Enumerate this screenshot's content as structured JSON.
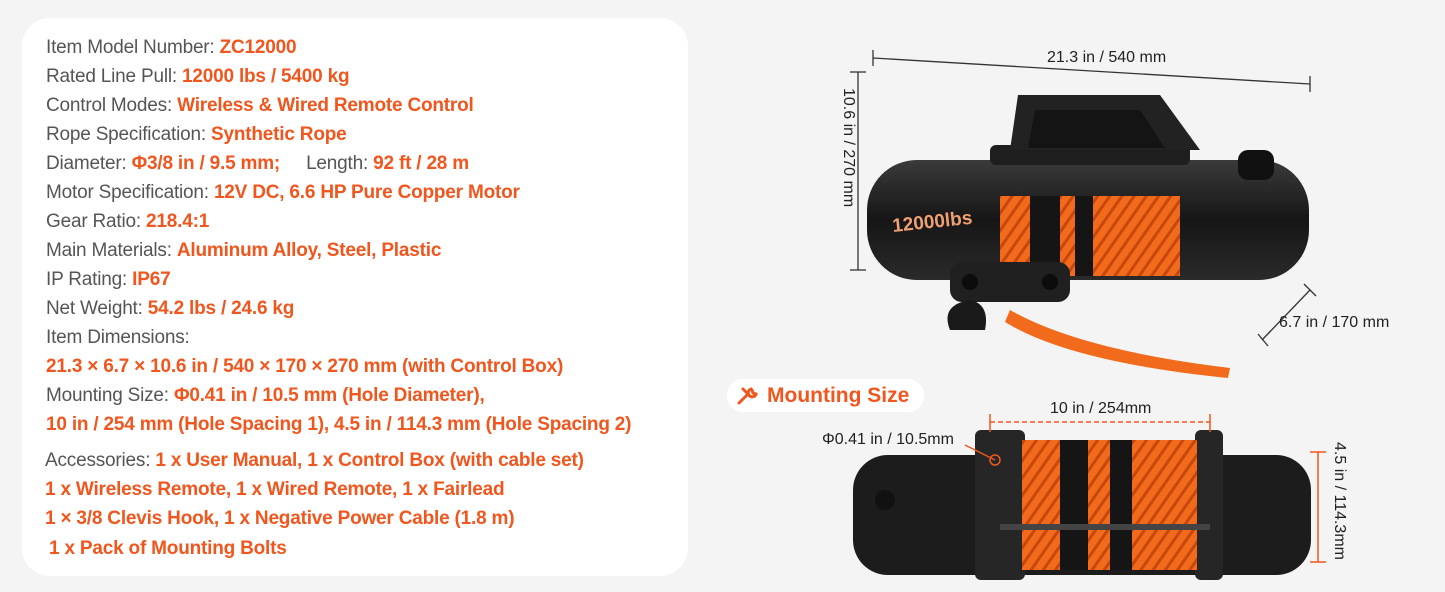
{
  "specs": [
    {
      "label": "Item Model Number: ",
      "value": "ZC12000"
    },
    {
      "label": "Rated Line Pull: ",
      "value": "12000 lbs / 5400 kg"
    },
    {
      "label": "Control Modes: ",
      "value": "Wireless & Wired Remote Control"
    },
    {
      "label": "Rope Specification: ",
      "value": "Synthetic Rope"
    },
    {
      "label": "Diameter: ",
      "value": "Φ3/8 in / 9.5 mm;",
      "label2": "Length: ",
      "value2": "92 ft / 28 m"
    },
    {
      "label": "Motor Specification: ",
      "value": "12V DC, 6.6 HP Pure Copper Motor"
    },
    {
      "label": "Gear Ratio: ",
      "value": "218.4:1"
    },
    {
      "label": "Main Materials: ",
      "value": "Aluminum Alloy, Steel, Plastic"
    },
    {
      "label": "IP Rating: ",
      "value": "IP67"
    },
    {
      "label": "Net Weight: ",
      "value": "54.2 lbs / 24.6 kg"
    },
    {
      "label": "Item Dimensions:",
      "value": ""
    },
    {
      "label": "",
      "value": "21.3 × 6.7 × 10.6 in / 540 × 170 × 270 mm (with Control Box)"
    },
    {
      "label": "Mounting Size: ",
      "value": "Φ0.41 in / 10.5 mm (Hole Diameter),"
    },
    {
      "label": "",
      "value": "10 in / 254 mm (Hole Spacing 1), 4.5 in / 114.3 mm (Hole Spacing 2)"
    },
    {
      "label": "Accessories: ",
      "value": "1 x User Manual, 1 x Control Box (with cable set)"
    },
    {
      "label": "",
      "value": "1 x Wireless Remote, 1 x Wired Remote, 1 x Fairlead"
    },
    {
      "label": "",
      "value": "1 × 3/8 Clevis Hook, 1 x Negative Power Cable (1.8 m)"
    },
    {
      "label": "",
      "value": "1 x Pack of Mounting Bolts"
    }
  ],
  "winch_label": "12000lbs",
  "dimensions": {
    "length": "21.3 in / 540 mm",
    "height": "10.6 in / 270 mm",
    "width": "6.7 in / 170 mm"
  },
  "mounting": {
    "title": "Mounting Size",
    "spacing1": "10 in / 254mm",
    "hole": "Φ0.41 in / 10.5mm",
    "spacing2": "4.5 in / 114.3mm"
  },
  "colors": {
    "accent": "#f0561d",
    "text": "#555555",
    "rope": "#f26a1b",
    "body": "#1b1b1b"
  },
  "icons": [
    "wrench-icon"
  ]
}
